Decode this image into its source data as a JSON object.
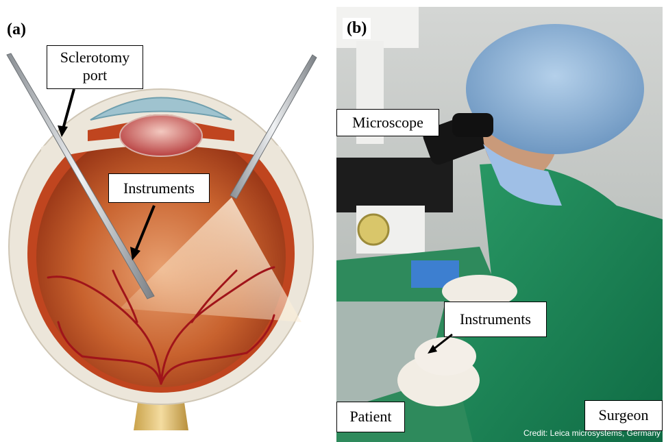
{
  "panel_a": {
    "tag": "(a)",
    "labels": {
      "sclerotomy_port": "Sclerotomy port",
      "instruments": "Instruments"
    }
  },
  "panel_b": {
    "tag": "(b)",
    "labels": {
      "microscope": "Microscope",
      "instruments": "Instruments",
      "patient": "Patient",
      "surgeon": "Surgeon"
    },
    "credit": "Credit: Leica microsystems, Germany"
  },
  "colors": {
    "retina": "#c0451f",
    "sclera": "#ece6da",
    "drape": "#1f8a5a",
    "cap": "#8fb7d9"
  }
}
